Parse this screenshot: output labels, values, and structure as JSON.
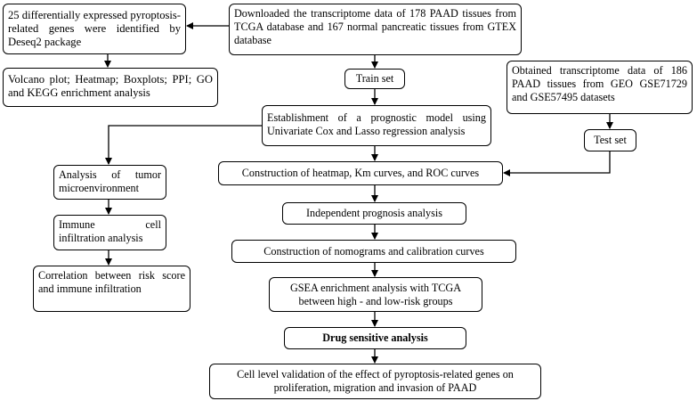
{
  "nodes": {
    "download": "Downloaded the transcriptome data of 178 PAAD tissues from TCGA database and 167 normal pancreatic tissues from GTEX database",
    "deg": "25 differentially expressed pyroptosis-related genes were identified by Deseq2 package",
    "volcano": "Volcano plot; Heatmap; Boxplots; PPI; GO and KEGG enrichment analysis",
    "train": "Train set",
    "geo": "Obtained transcriptome data of 186 PAAD tissues from GEO GSE71729 and GSE57495 datasets",
    "model": "Establishment of a prognostic model using Univariate Cox and Lasso regression analysis",
    "test": "Test set",
    "tme": "Analysis of tumor microenvironment",
    "heatmap_km": "Construction of heatmap, Km curves, and ROC curves",
    "immune": "Immune cell infiltration analysis",
    "independent": "Independent prognosis analysis",
    "correlation": "Correlation between risk score and immune infiltration",
    "nomogram": "Construction of nomograms and calibration curves",
    "gsea": "GSEA enrichment analysis with TCGA between high - and low-risk groups",
    "drug": "Drug sensitive analysis",
    "cell": "Cell level validation of the effect of pyroptosis-related genes on proliferation, migration and invasion of PAAD"
  }
}
